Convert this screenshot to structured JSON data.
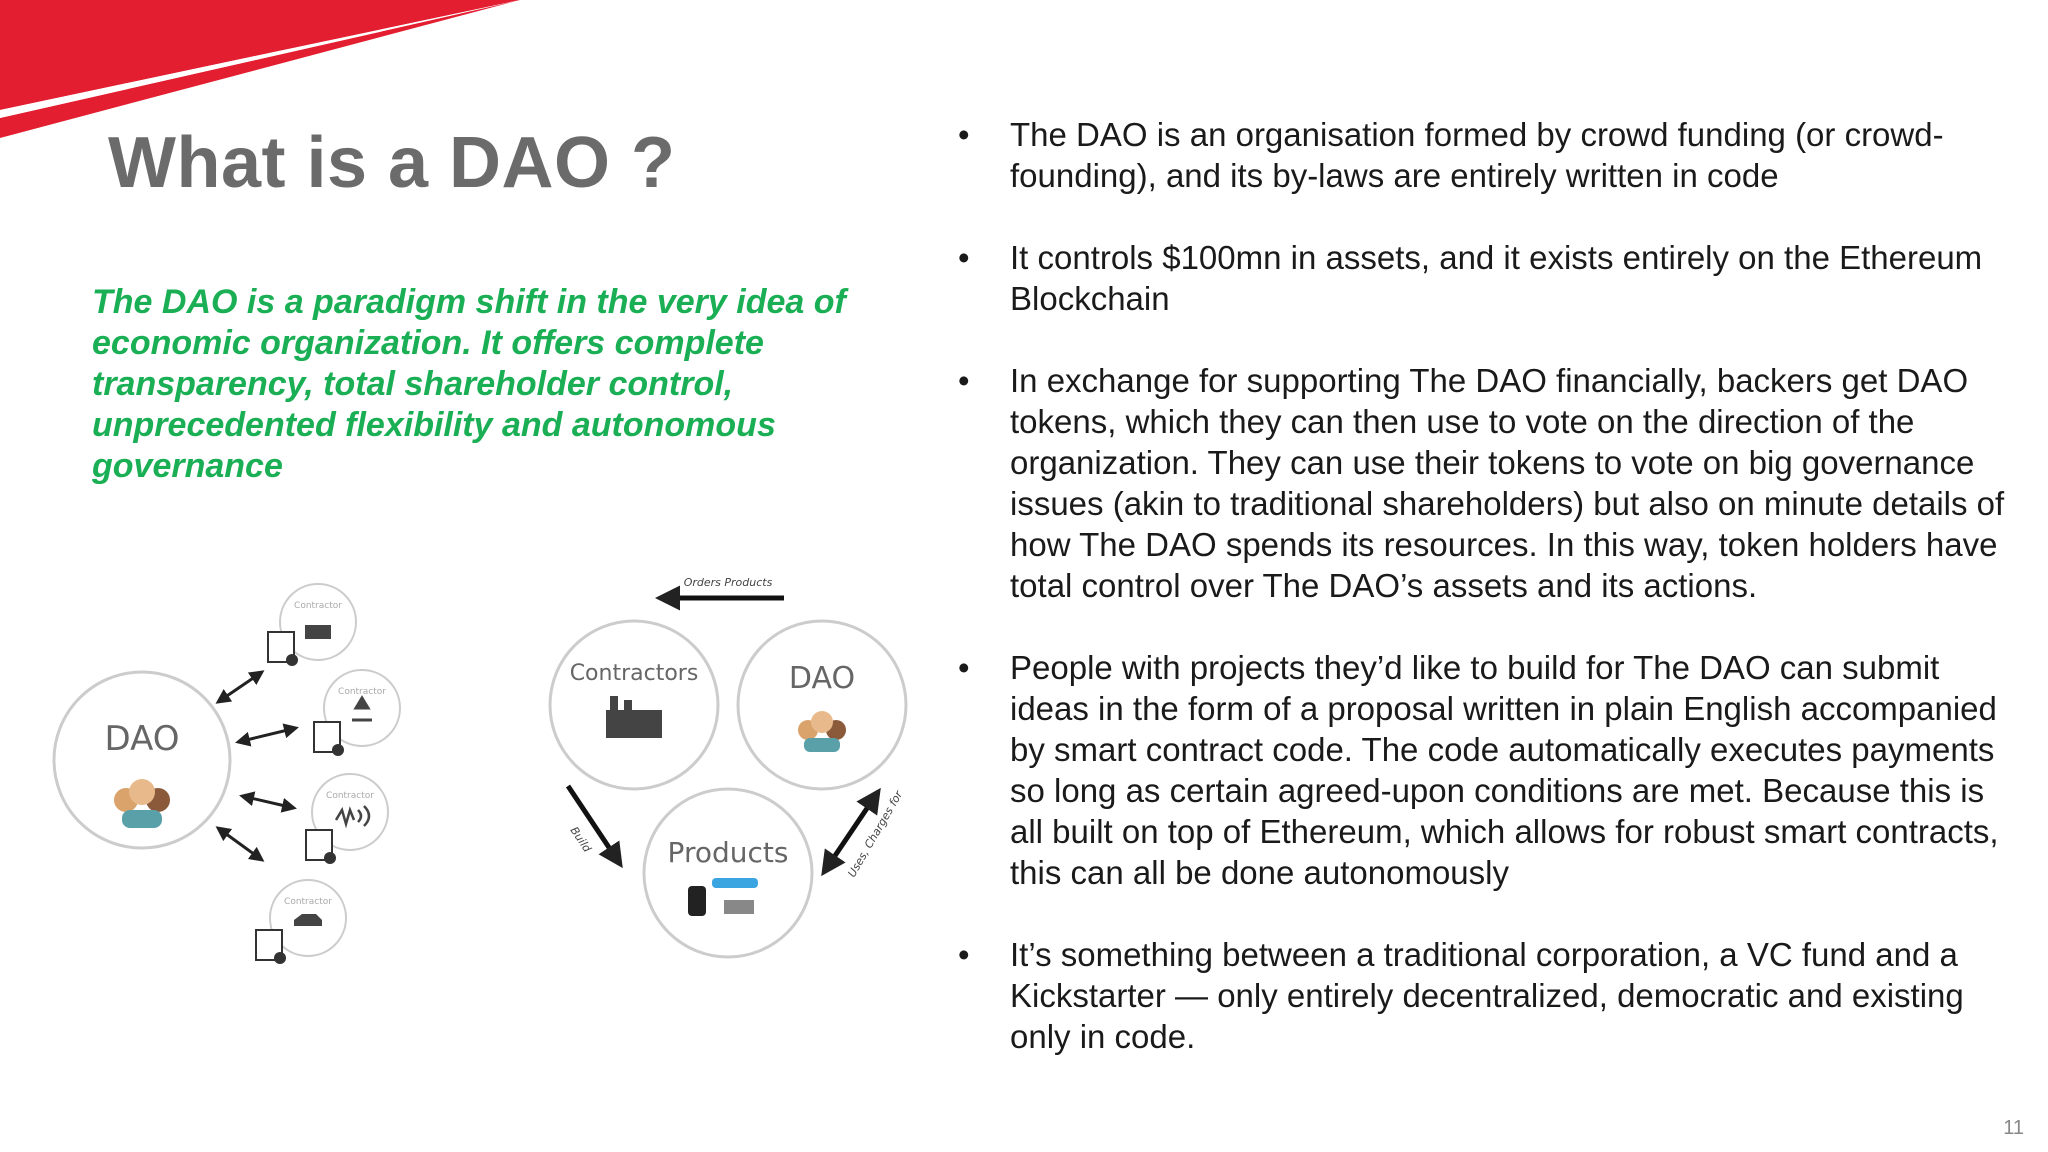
{
  "slide": {
    "title": "What is a DAO ?",
    "tagline": "The DAO is a paradigm shift in the very idea of economic organization. It offers complete transparency, total shareholder control, unprecedented flexibility and autonomous governance",
    "bullet_glyph": "•",
    "bullets": [
      "The DAO is an organisation formed by crowd funding (or crowd-founding), and its by-laws are entirely written in code",
      "It controls $100mn in assets, and it exists entirely on the Ethereum Blockchain",
      "In exchange for supporting The DAO financially, backers get DAO tokens, which they can then use to vote on the direction of the organization. They can use their tokens to vote on big governance issues (akin to traditional shareholders) but also on minute details of how The DAO spends its resources. In this way, token holders have total control over The DAO’s assets and its actions.",
      "People with projects they’d like to build for The DAO can submit ideas in the form of a proposal written in plain English accompanied by smart contract code. The code automatically executes payments so long as certain agreed-upon conditions are met. Because this is all built on top of Ethereum, which allows for robust smart contracts, this can all be done autonomously",
      "It’s something between a traditional corporation, a VC fund and a Kickstarter — only entirely decentralized, democratic and existing only in code."
    ],
    "page_number": "11",
    "colors": {
      "title": "#6b6b6b",
      "tagline": "#1aaf55",
      "corner": "#e31e30"
    }
  },
  "diagram_left": {
    "hub_label": "DAO",
    "satellite_label": "Contractor",
    "satellites": 4
  },
  "diagram_right": {
    "nodes": [
      "Contractors",
      "DAO",
      "Products"
    ],
    "arrow_top": "Orders Products",
    "arrow_left": "Build",
    "arrow_right": "Uses, Charges for"
  }
}
